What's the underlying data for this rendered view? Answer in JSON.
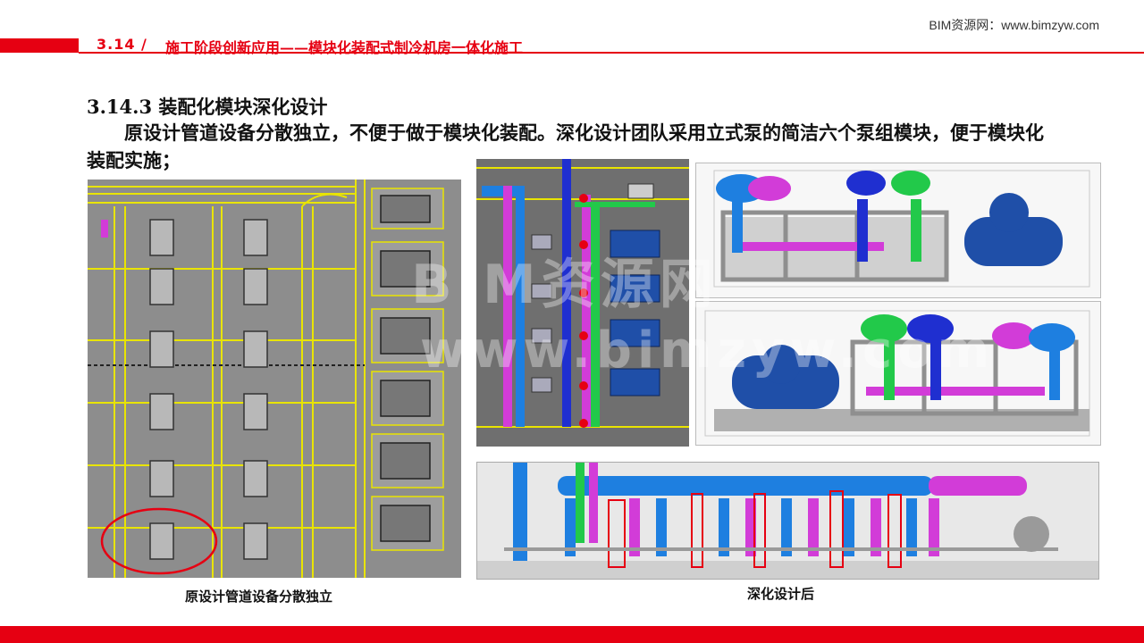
{
  "header": {
    "site": "BIM资源网：www.bimzyw.com",
    "section_number": "3.14 /",
    "section_title": "施工阶段创新应用——模块化装配式制冷机房一体化施工"
  },
  "content": {
    "sub_heading": "3.14.3 装配化模块深化设计",
    "paragraph": "原设计管道设备分散独立，不便于做于模块化装配。深化设计团队采用立式泵的简洁六个泵组模块，便于模块化装配实施；",
    "caption_left": "原设计管道设备分散独立",
    "caption_right": "深化设计后"
  },
  "watermark": {
    "line1": "BIM资源网",
    "line2": "www.bimzyw.com"
  },
  "colors": {
    "accent": "#e60012",
    "pipe_blue": "#1e7fe0",
    "pipe_magenta": "#d23cd8",
    "pipe_green": "#22c94a",
    "pipe_navy": "#1f2fd0",
    "cad_yellow": "#e9e400"
  }
}
